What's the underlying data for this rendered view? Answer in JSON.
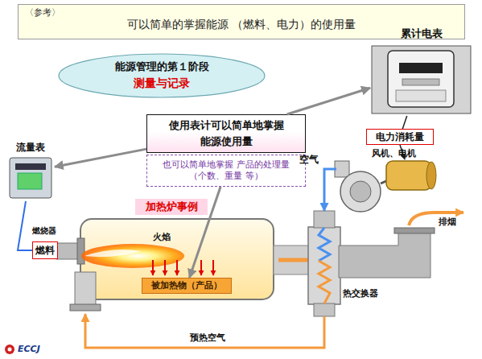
{
  "diagram": {
    "nodes": [
      {
        "text": [
          "〈参考〉",
          "可以简单的掌握能源 （燃料、电力）的使用量"
        ]
      },
      {
        "text": [
          "能源管理的第１阶段",
          "测量与记录"
        ]
      },
      {
        "text": [
          "累计电表"
        ]
      },
      {
        "text": [
          "使用表计可以简单地掌握 能源使用量"
        ]
      },
      {
        "text": [
          "也可以简单地掌握 产品的处理量（个数、重量 等）"
        ]
      },
      {
        "text": [
          "电力消耗量"
        ]
      },
      {
        "text": [
          "流量表"
        ]
      },
      {
        "text": [
          "加热炉事例"
        ]
      },
      {
        "text": [
          "燃料"
        ]
      },
      {
        "text": [
          "被加热物（产品）"
        ]
      }
    ],
    "edges": [
      {
        "from": 3,
        "to": 6,
        "arrow": "to"
      },
      {
        "from": 3,
        "to": 2,
        "arrow": "to"
      },
      {
        "from": 4,
        "to": 9,
        "arrow": "to"
      },
      {
        "from": 2,
        "to": 5,
        "arrow": "none"
      },
      {
        "from": 6,
        "to": 8,
        "arrow": "none"
      }
    ],
    "labels": [
      "风机、电机",
      "空气",
      "排烟",
      "燃烧器",
      "火焰",
      "热交换器",
      "预热空气",
      "ECCJ"
    ]
  }
}
